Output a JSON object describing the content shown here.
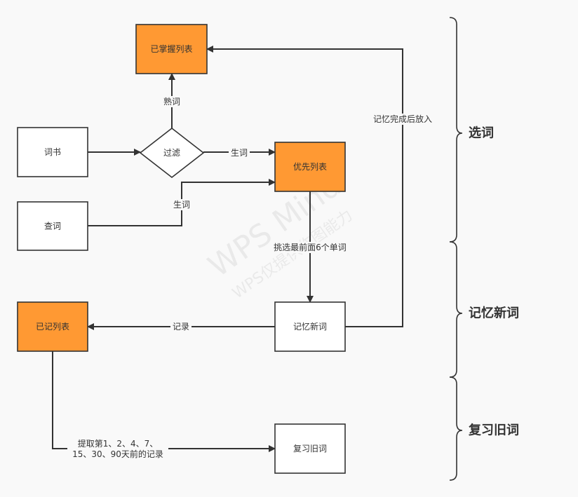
{
  "colors": {
    "highlight_node": "#ff9933",
    "plain_node": "#ffffff",
    "line": "#333333"
  },
  "nodes": {
    "mastered": "已掌握列表",
    "wordbook": "词书",
    "filter": "过滤",
    "priority": "优先列表",
    "lookup": "查词",
    "recorded": "已记列表",
    "memorize_new": "记忆新词",
    "review_old": "复习旧词"
  },
  "edges": {
    "familiar": "熟词",
    "new_word_1": "生词",
    "new_word_2": "生词",
    "pick_first_6": "挑选最前面6个单词",
    "record": "记录",
    "after_memorize": "记忆完成后放入",
    "fetch_line1": "提取第1、2、4、7、",
    "fetch_line2": "15、30、90天前的记录"
  },
  "sections": [
    "选词",
    "记忆新词",
    "复习旧词"
  ],
  "watermark": {
    "line1": "WPS Mind",
    "line2": "WPS仅提供作图能力"
  }
}
